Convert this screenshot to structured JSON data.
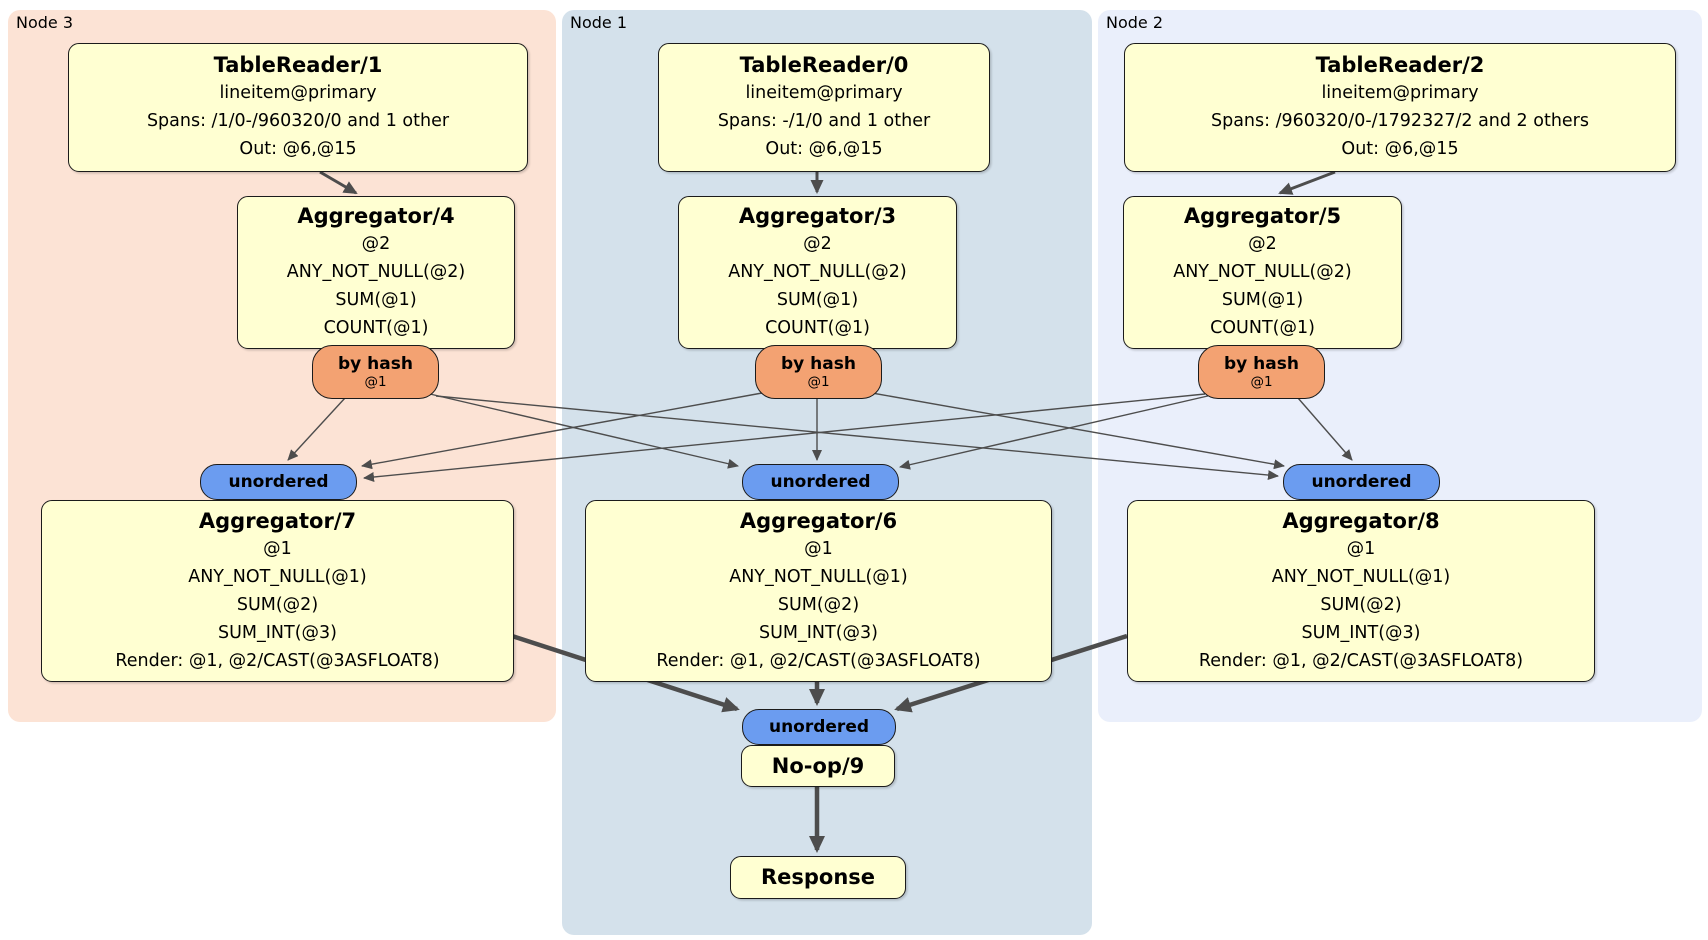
{
  "colors": {
    "node3_bg": "#fce3d5",
    "node1_bg": "#d4e1eb",
    "node2_bg": "#eaeffb",
    "box_fill": "#ffffd2",
    "router_fill": "#f3a272",
    "stream_fill": "#6b9cf0",
    "edge": "#4d4d4d",
    "border": "#1b1b1b"
  },
  "regions": {
    "node3": {
      "label": "Node 3"
    },
    "node1": {
      "label": "Node 1"
    },
    "node2": {
      "label": "Node 2"
    }
  },
  "processors": {
    "tablereader1": {
      "title": "TableReader/1",
      "lines": [
        "lineitem@primary",
        "Spans: /1/0-/960320/0 and 1 other",
        "Out: @6,@15"
      ]
    },
    "tablereader0": {
      "title": "TableReader/0",
      "lines": [
        "lineitem@primary",
        "Spans: -/1/0 and 1 other",
        "Out: @6,@15"
      ]
    },
    "tablereader2": {
      "title": "TableReader/2",
      "lines": [
        "lineitem@primary",
        "Spans: /960320/0-/1792327/2 and 2 others",
        "Out: @6,@15"
      ]
    },
    "aggregator4": {
      "title": "Aggregator/4",
      "lines": [
        "@2",
        "ANY_NOT_NULL(@2)",
        "SUM(@1)",
        "COUNT(@1)"
      ]
    },
    "aggregator3": {
      "title": "Aggregator/3",
      "lines": [
        "@2",
        "ANY_NOT_NULL(@2)",
        "SUM(@1)",
        "COUNT(@1)"
      ]
    },
    "aggregator5": {
      "title": "Aggregator/5",
      "lines": [
        "@2",
        "ANY_NOT_NULL(@2)",
        "SUM(@1)",
        "COUNT(@1)"
      ]
    },
    "aggregator7": {
      "title": "Aggregator/7",
      "lines": [
        "@1",
        "ANY_NOT_NULL(@1)",
        "SUM(@2)",
        "SUM_INT(@3)",
        "Render: @1, @2/CAST(@3ASFLOAT8)"
      ]
    },
    "aggregator6": {
      "title": "Aggregator/6",
      "lines": [
        "@1",
        "ANY_NOT_NULL(@1)",
        "SUM(@2)",
        "SUM_INT(@3)",
        "Render: @1, @2/CAST(@3ASFLOAT8)"
      ]
    },
    "aggregator8": {
      "title": "Aggregator/8",
      "lines": [
        "@1",
        "ANY_NOT_NULL(@1)",
        "SUM(@2)",
        "SUM_INT(@3)",
        "Render: @1, @2/CAST(@3ASFLOAT8)"
      ]
    },
    "noop9": {
      "title": "No-op/9",
      "lines": []
    },
    "response": {
      "title": "Response",
      "lines": []
    }
  },
  "routers": {
    "byhash4": {
      "label": "by hash",
      "detail": "@1"
    },
    "byhash3": {
      "label": "by hash",
      "detail": "@1"
    },
    "byhash5": {
      "label": "by hash",
      "detail": "@1"
    }
  },
  "streams": {
    "unordered7": {
      "label": "unordered"
    },
    "unordered6": {
      "label": "unordered"
    },
    "unordered8": {
      "label": "unordered"
    },
    "unordered9": {
      "label": "unordered"
    }
  }
}
